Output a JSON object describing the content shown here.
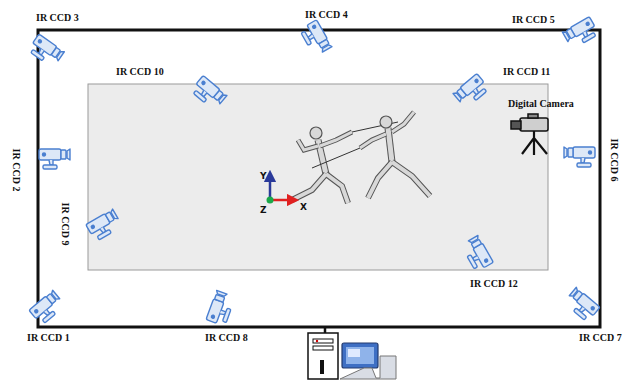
{
  "diagram": {
    "labels": [
      "IR CCD 3",
      "IR CCD 4",
      "IR CCD 5",
      "IR CCD 10",
      "IR CCD 11",
      "Digital Camera",
      "IR CCD 2",
      "IR CCD 6",
      "Y",
      "IR CCD 9",
      "X",
      "Z",
      "IR CCD 12",
      "IR CCD 1",
      "IR CCD 8",
      "IR CCD 7"
    ]
  }
}
